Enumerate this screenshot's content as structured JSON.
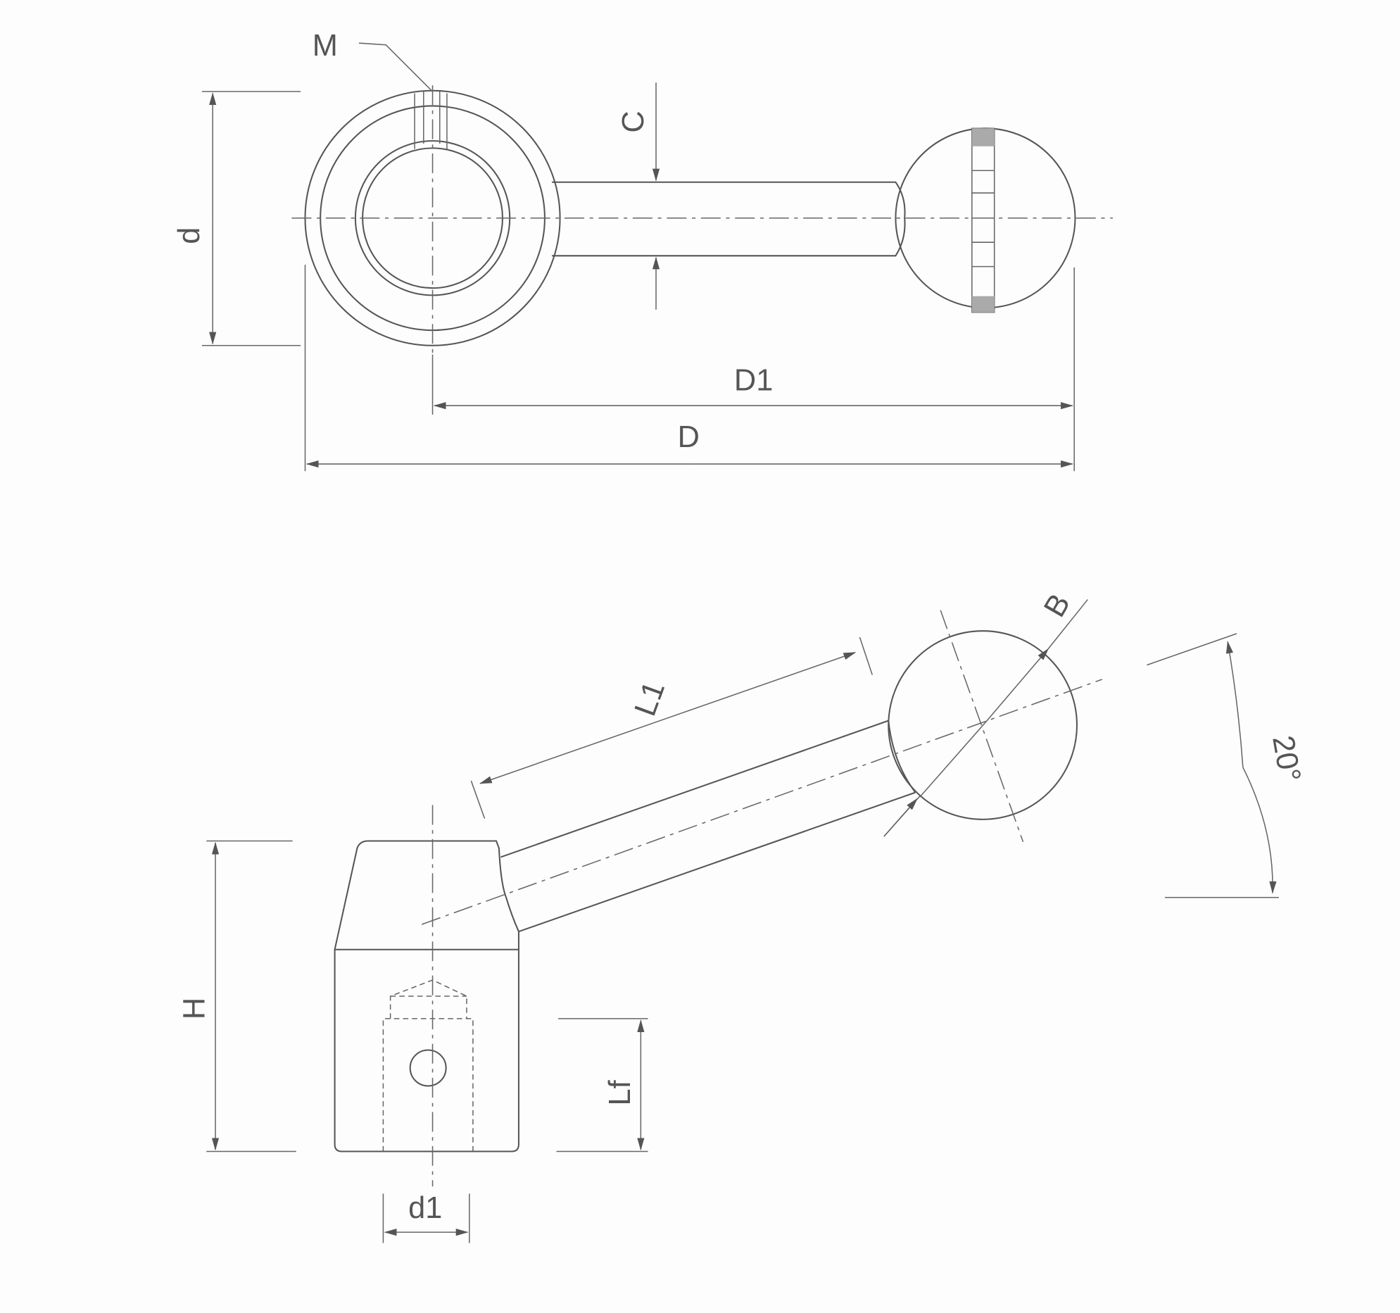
{
  "labels": {
    "M": "M",
    "d": "d",
    "C": "C",
    "D1": "D1",
    "D": "D",
    "L1": "L1",
    "B": "B",
    "angle": "20°",
    "H": "H",
    "Lf": "Lf",
    "d1": "d1"
  },
  "colors": {
    "line": "#555555",
    "background": "#fdfdfd"
  }
}
